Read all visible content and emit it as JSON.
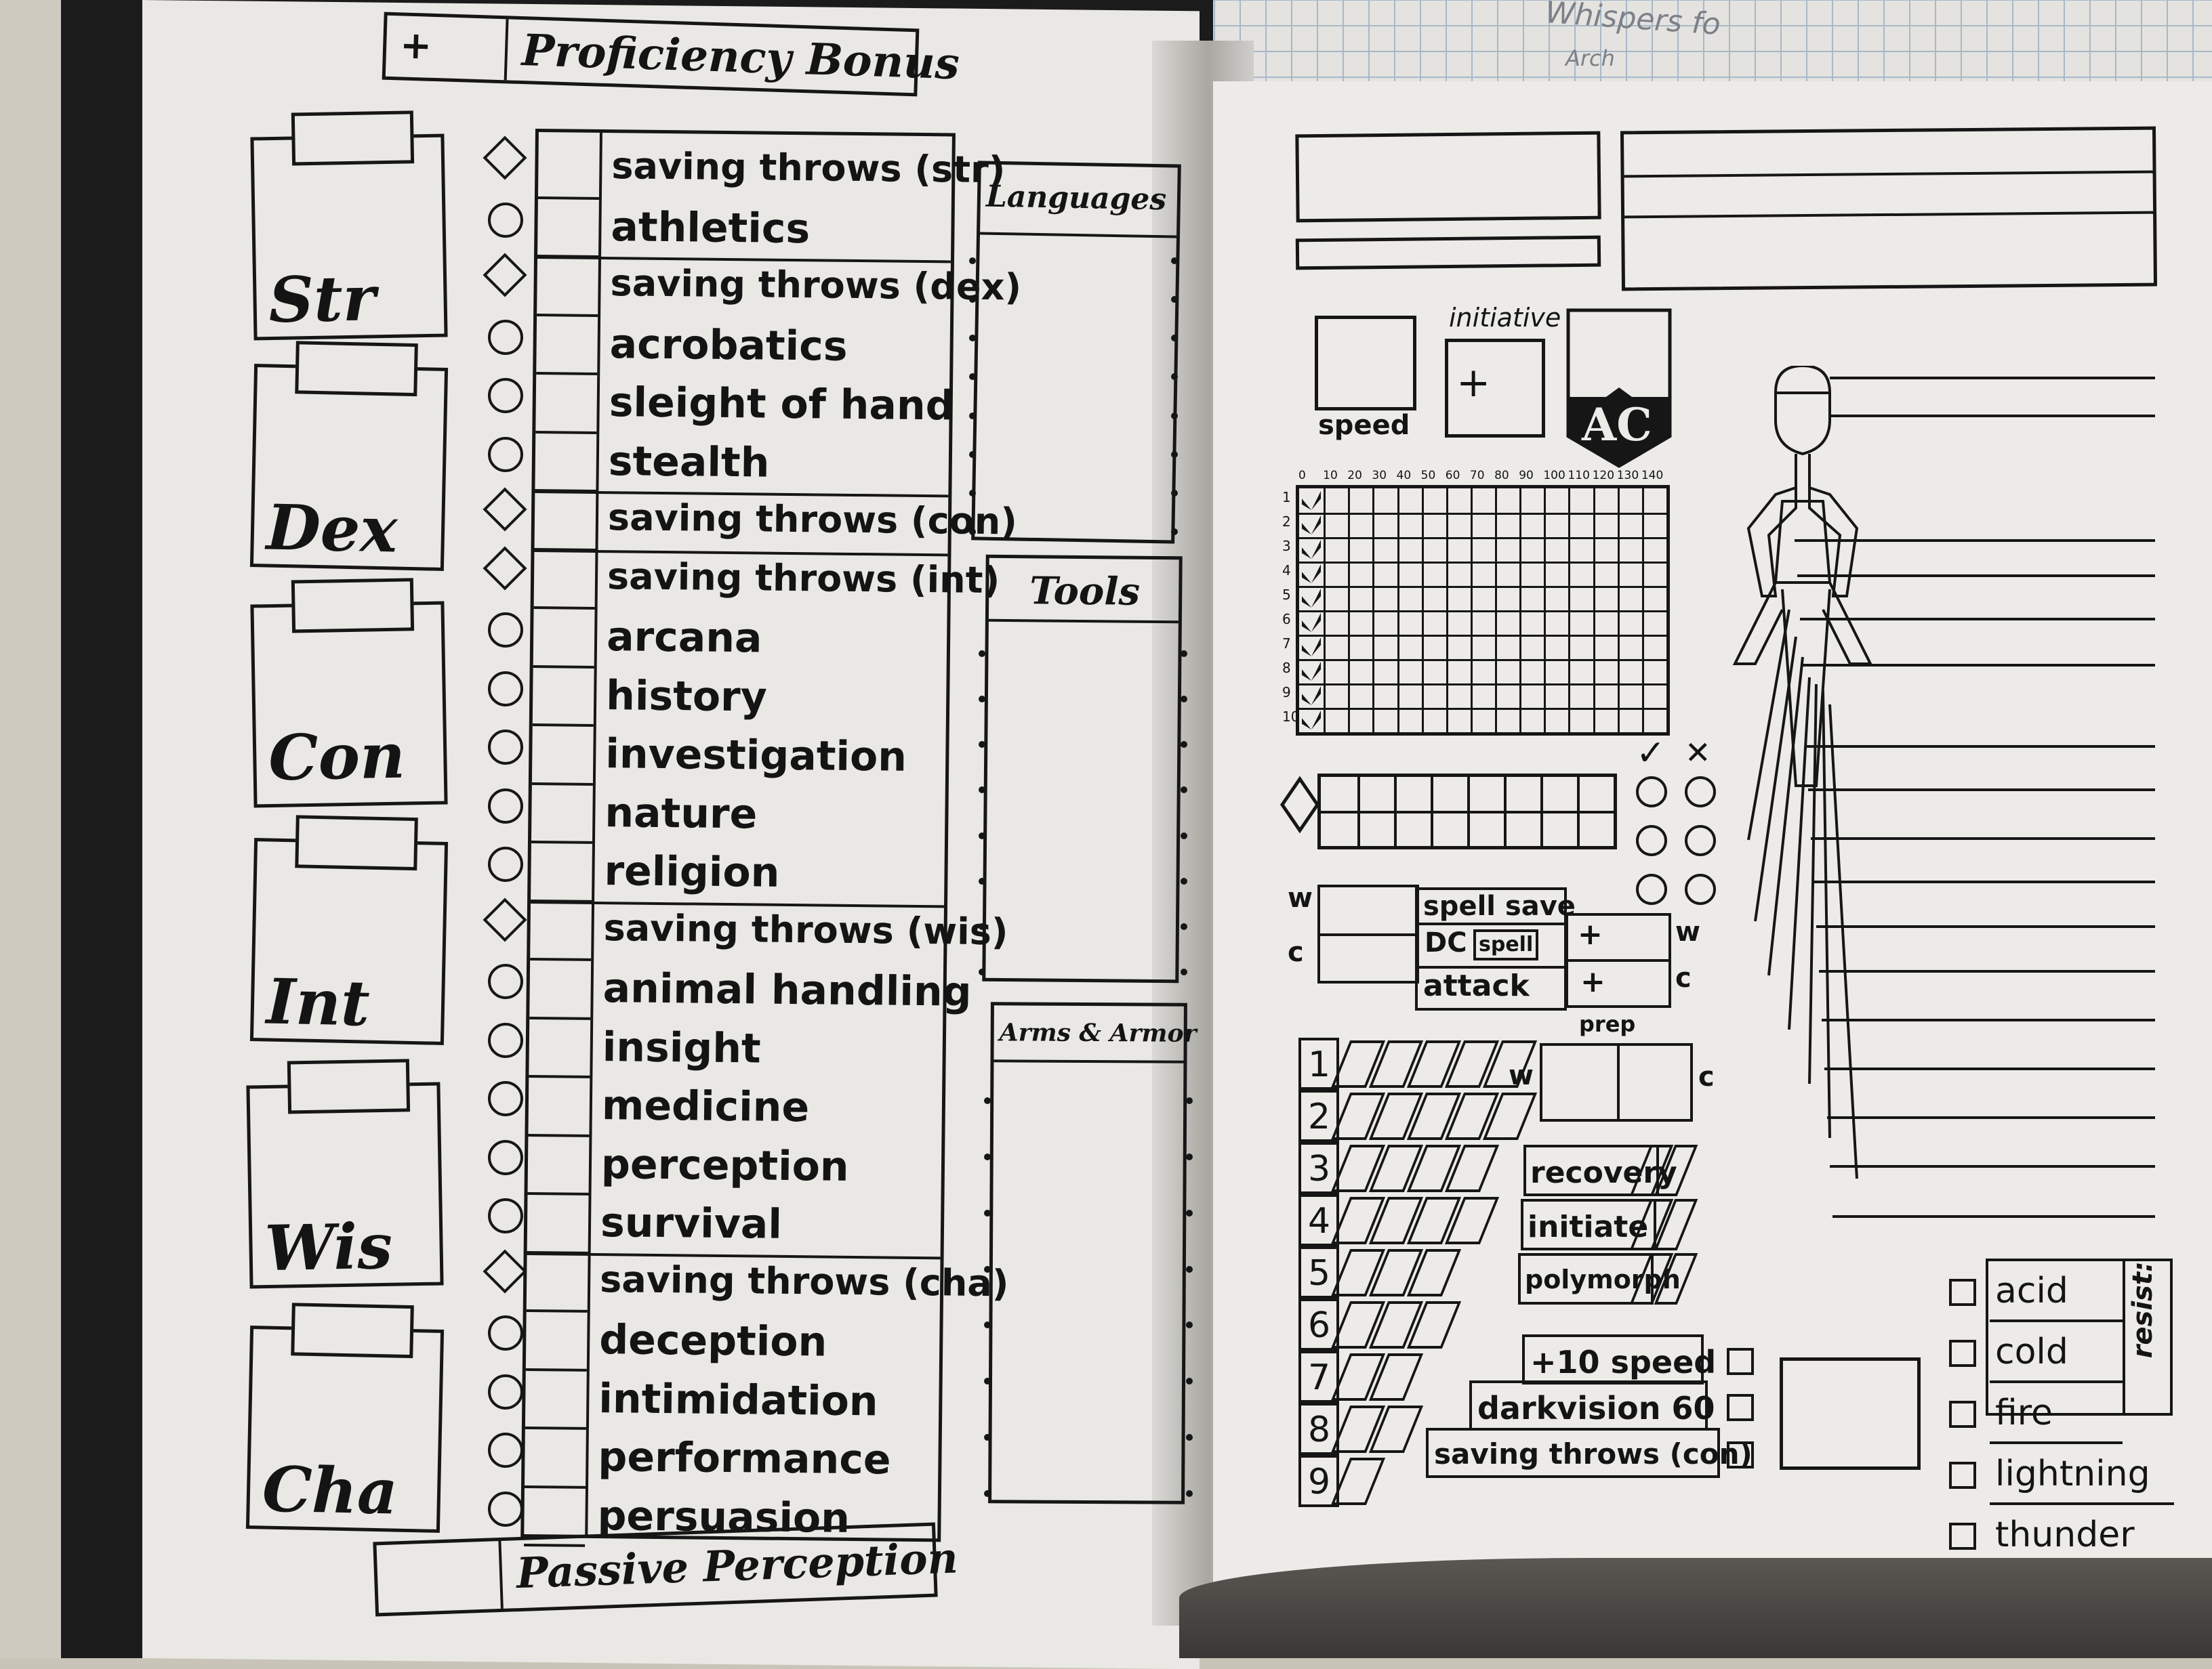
{
  "left_page": {
    "proficiency": {
      "sign": "+",
      "label": "Proficiency Bonus"
    },
    "abilities": [
      {
        "label": "Str"
      },
      {
        "label": "Dex"
      },
      {
        "label": "Con"
      },
      {
        "label": "Int"
      },
      {
        "label": "Wis"
      },
      {
        "label": "Cha"
      }
    ],
    "skills": [
      {
        "label": "saving throws (str)",
        "marker": "diamond"
      },
      {
        "label": "athletics",
        "marker": "circle"
      },
      {
        "label": "saving throws (dex)",
        "marker": "diamond"
      },
      {
        "label": "acrobatics",
        "marker": "circle"
      },
      {
        "label": "sleight of hand",
        "marker": "circle"
      },
      {
        "label": "stealth",
        "marker": "circle"
      },
      {
        "label": "saving throws (con)",
        "marker": "diamond"
      },
      {
        "label": "saving throws (int)",
        "marker": "diamond"
      },
      {
        "label": "arcana",
        "marker": "circle"
      },
      {
        "label": "history",
        "marker": "circle"
      },
      {
        "label": "investigation",
        "marker": "circle"
      },
      {
        "label": "nature",
        "marker": "circle"
      },
      {
        "label": "religion",
        "marker": "circle"
      },
      {
        "label": "saving throws (wis)",
        "marker": "diamond"
      },
      {
        "label": "animal handling",
        "marker": "circle"
      },
      {
        "label": "insight",
        "marker": "circle"
      },
      {
        "label": "medicine",
        "marker": "circle"
      },
      {
        "label": "perception",
        "marker": "circle"
      },
      {
        "label": "survival",
        "marker": "circle"
      },
      {
        "label": "saving throws (cha)",
        "marker": "diamond"
      },
      {
        "label": "deception",
        "marker": "circle"
      },
      {
        "label": "intimidation",
        "marker": "circle"
      },
      {
        "label": "performance",
        "marker": "circle"
      },
      {
        "label": "persuasion",
        "marker": "circle"
      }
    ],
    "languages_label": "Languages",
    "tools_label": "Tools",
    "arms_label": "Arms & Armor",
    "passive_label": "Passive Perception"
  },
  "right_page": {
    "speed_label": "speed",
    "initiative_label": "initiative",
    "initiative_sign": "+",
    "ac_label": "AC",
    "grid_header": [
      "0",
      "10",
      "20",
      "30",
      "40",
      "50",
      "60",
      "70",
      "80",
      "90",
      "100",
      "110",
      "120",
      "130",
      "140"
    ],
    "grid_rows": [
      "1",
      "2",
      "3",
      "4",
      "5",
      "6",
      "7",
      "8",
      "9",
      "10"
    ],
    "check_label": "✓",
    "cross_label": "✕",
    "w_label": "w",
    "c_label": "c",
    "spell_save_label": "spell save",
    "dc_label": "DC",
    "spell_label": "spell",
    "attack_label": "attack",
    "plus": "+",
    "prep_label": "prep",
    "spell_levels": [
      "1",
      "2",
      "3",
      "4",
      "5",
      "6",
      "7",
      "8",
      "9"
    ],
    "recovery_label": "recovery",
    "initiate_label": "initiate",
    "polymorph_label": "polymorph",
    "speed_bonus_label": "+10 speed",
    "darkvision_label": "darkvision 60",
    "con_saves_label": "saving throws (con)",
    "resist_label": "resist:",
    "resistances": [
      "acid",
      "cold",
      "fire",
      "lightning",
      "thunder"
    ]
  },
  "background_note": {
    "line1": "Whispers fo",
    "line2": "Arch"
  }
}
